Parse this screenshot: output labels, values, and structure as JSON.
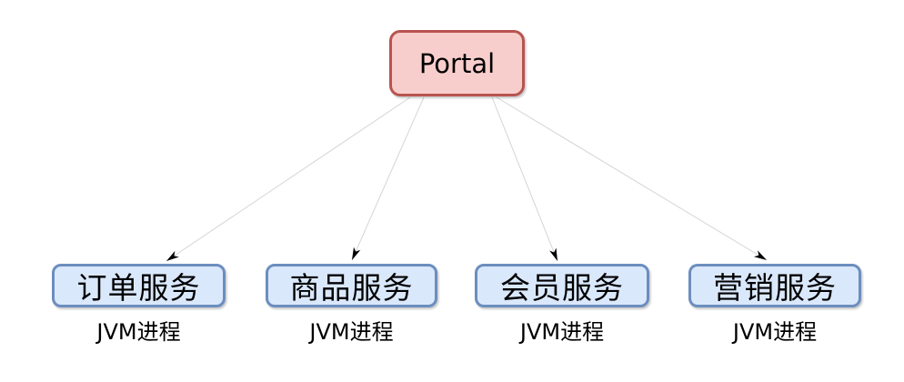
{
  "diagram": {
    "root": {
      "label": "Portal"
    },
    "services": [
      {
        "label": "订单服务",
        "process_label": "JVM进程"
      },
      {
        "label": "商品服务",
        "process_label": "JVM进程"
      },
      {
        "label": "会员服务",
        "process_label": "JVM进程"
      },
      {
        "label": "营销服务",
        "process_label": "JVM进程"
      }
    ],
    "colors": {
      "root_fill": "#f8cecc",
      "root_stroke": "#b85450",
      "service_fill": "#dae8fc",
      "service_stroke": "#6c8ebf",
      "edge_line": "#d5d5d5",
      "arrowhead": "#000000",
      "text": "#000000",
      "background": "#ffffff"
    }
  }
}
